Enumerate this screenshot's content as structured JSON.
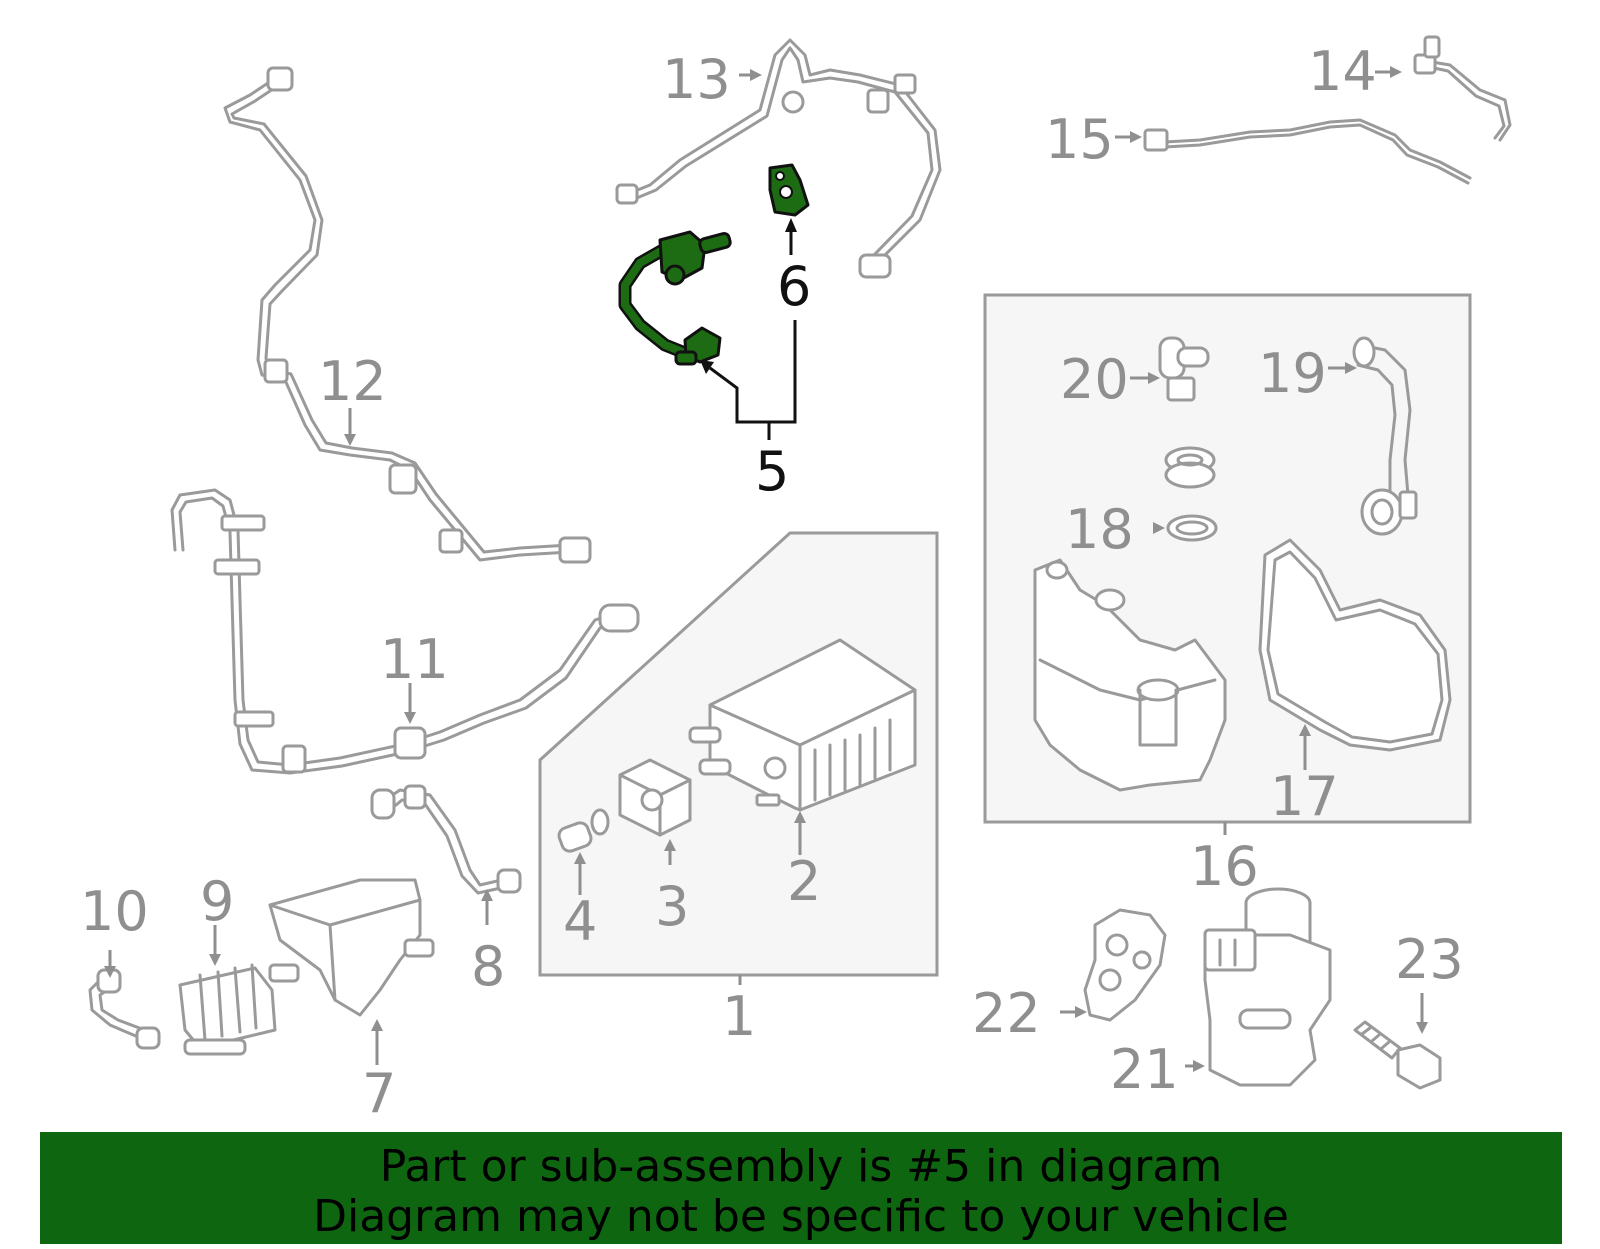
{
  "diagram": {
    "callouts": [
      {
        "id": "1",
        "label": "1"
      },
      {
        "id": "2",
        "label": "2"
      },
      {
        "id": "3",
        "label": "3"
      },
      {
        "id": "4",
        "label": "4"
      },
      {
        "id": "5",
        "label": "5",
        "highlighted": true
      },
      {
        "id": "6",
        "label": "6",
        "highlighted": true
      },
      {
        "id": "7",
        "label": "7"
      },
      {
        "id": "8",
        "label": "8"
      },
      {
        "id": "9",
        "label": "9"
      },
      {
        "id": "10",
        "label": "10"
      },
      {
        "id": "11",
        "label": "11"
      },
      {
        "id": "12",
        "label": "12"
      },
      {
        "id": "13",
        "label": "13"
      },
      {
        "id": "14",
        "label": "14"
      },
      {
        "id": "15",
        "label": "15"
      },
      {
        "id": "16",
        "label": "16"
      },
      {
        "id": "17",
        "label": "17"
      },
      {
        "id": "18",
        "label": "18"
      },
      {
        "id": "19",
        "label": "19"
      },
      {
        "id": "20",
        "label": "20"
      },
      {
        "id": "21",
        "label": "21"
      },
      {
        "id": "22",
        "label": "22"
      },
      {
        "id": "23",
        "label": "23"
      }
    ],
    "colors": {
      "highlight_fill": "#1d6b12",
      "banner_bg": "#0f6610",
      "line_gray": "#9a9a9a",
      "label_gray": "#8f8f8f",
      "highlight_label": "#111111"
    }
  },
  "banner": {
    "line1": "Part or sub-assembly is #5 in diagram",
    "line2": "Diagram may not be specific to your vehicle"
  }
}
